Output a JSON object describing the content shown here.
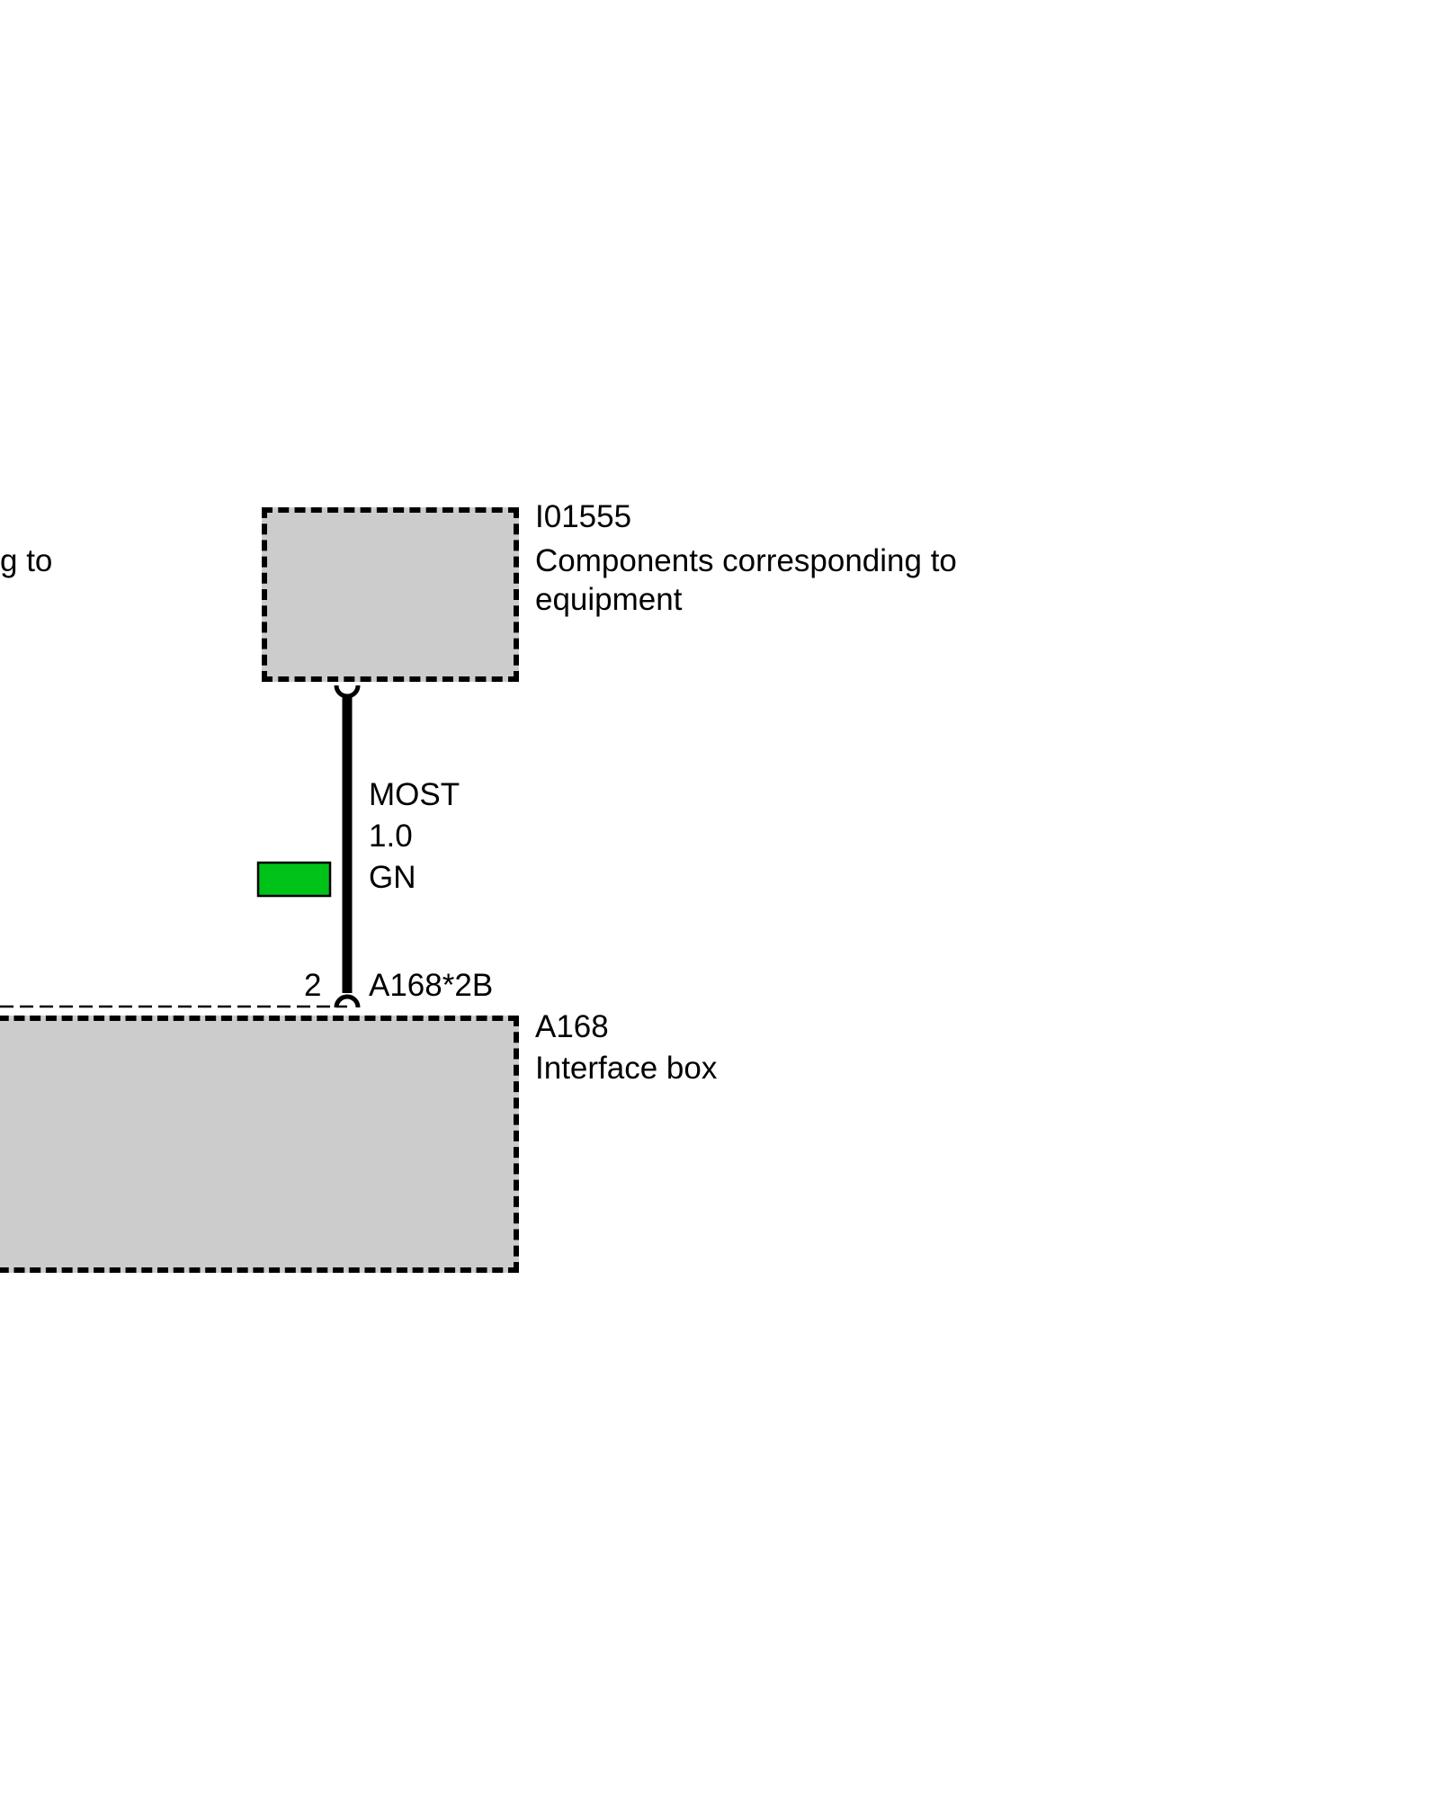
{
  "left_text_fragment": "g to",
  "components": {
    "upper": {
      "code": "I01555",
      "description_line1": "Components corresponding to",
      "description_line2": "equipment"
    },
    "lower": {
      "code": "A168",
      "description": "Interface box"
    }
  },
  "wire": {
    "bus": "MOST",
    "cross_section": "1.0",
    "color_code": "GN",
    "color_swatch": "#00c31a",
    "pin": "2",
    "connector": "A168*2B"
  },
  "colors": {
    "box_fill": "#cccccc",
    "line": "#000000",
    "background": "#ffffff"
  }
}
